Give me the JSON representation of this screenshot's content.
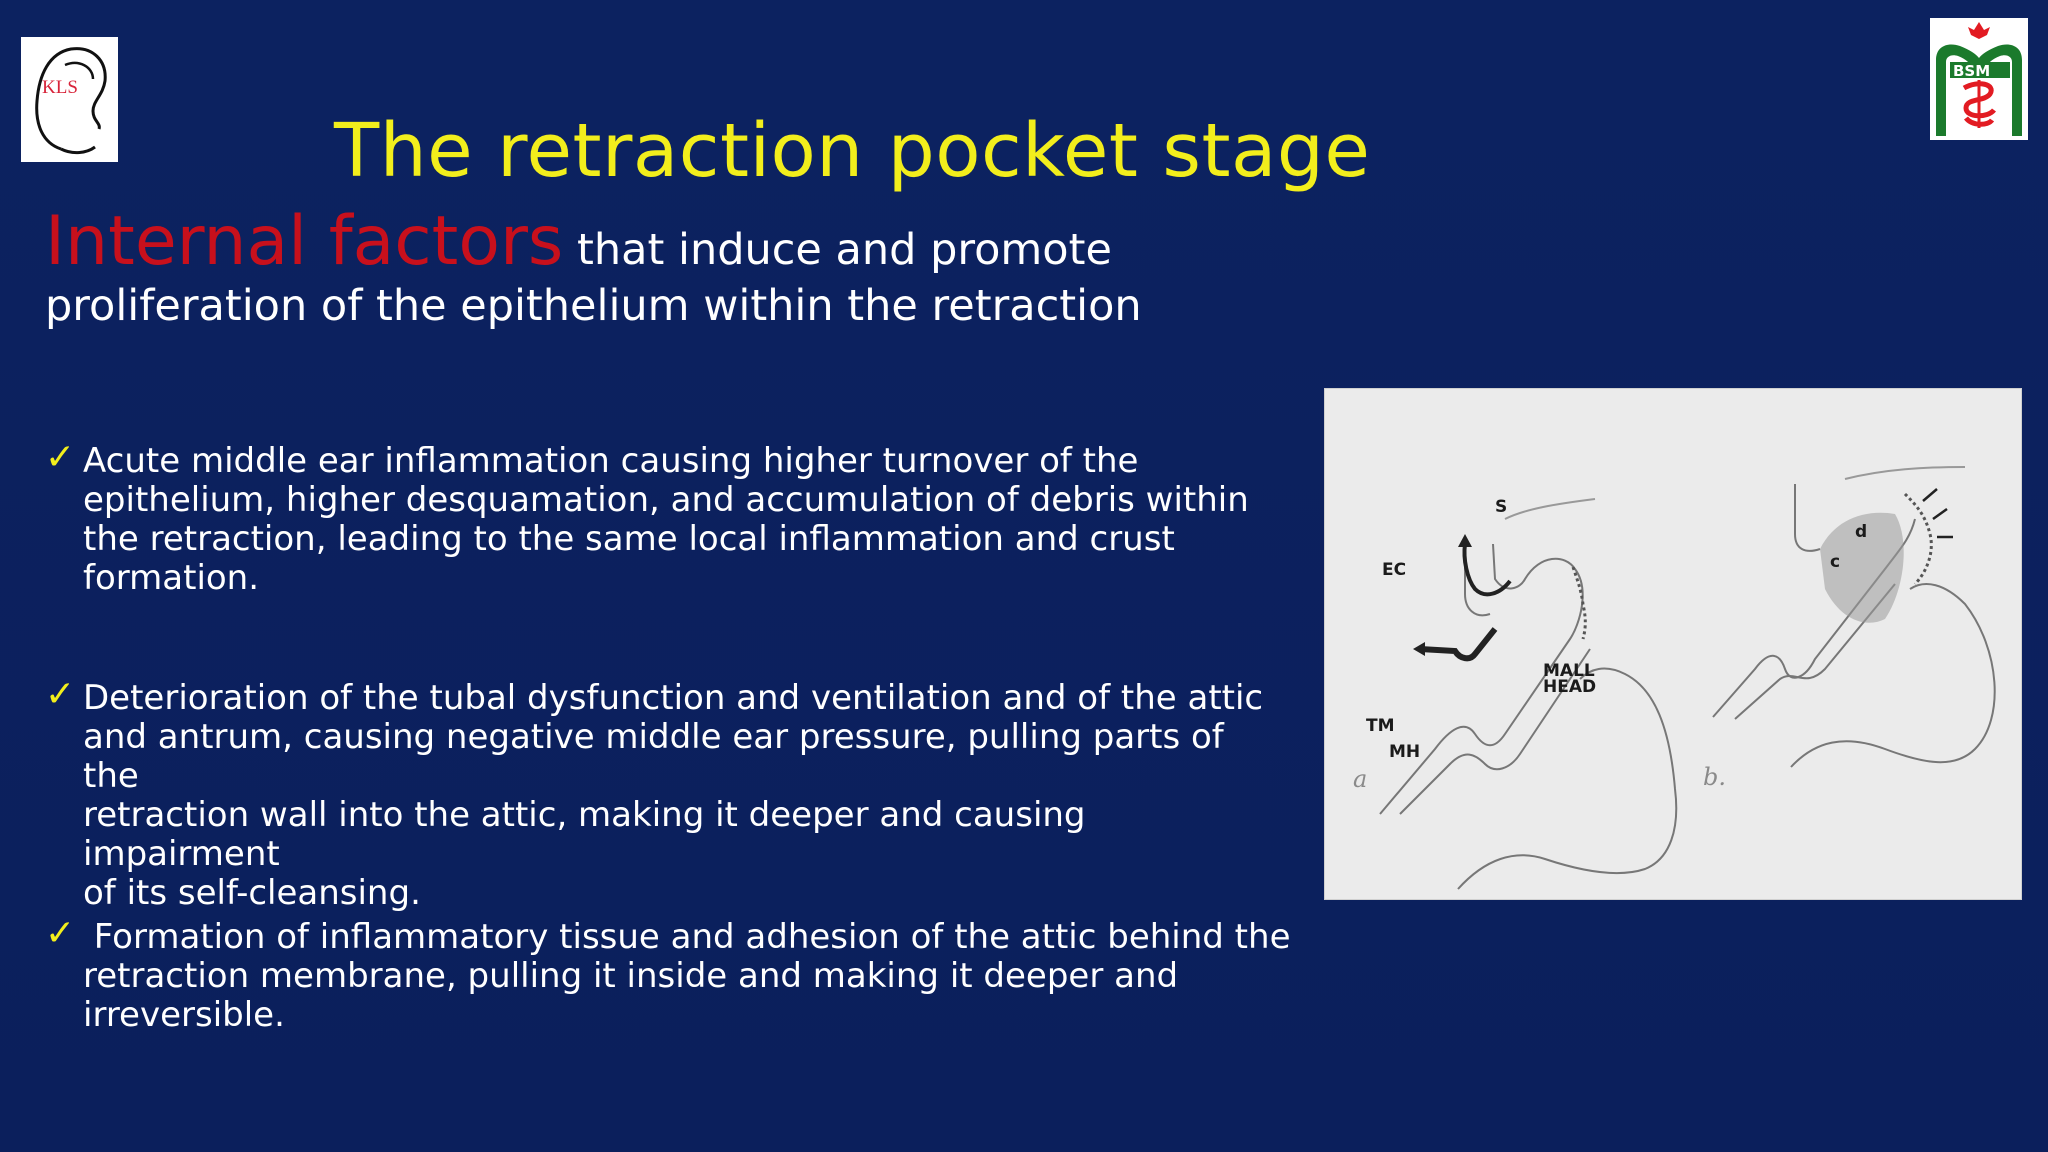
{
  "slide": {
    "title": "The retraction pocket stage",
    "title_color": "#f2ee1c",
    "background_color": "#0b1f5e",
    "logos": {
      "left": {
        "text": "KLS",
        "description": "ear outline logo"
      },
      "right": {
        "text": "BSM",
        "description": "university emblem logo"
      }
    },
    "subtitle": {
      "highlight": "Internal factors",
      "highlight_color": "#c8101c",
      "rest_line1": " that induce and promote",
      "rest_line2": "proliferation of the epithelium within the retraction"
    },
    "bullets": [
      {
        "icon": "checkmark-icon",
        "lines": [
          "Acute middle ear inflammation causing higher turnover of the",
          "epithelium, higher desquamation, and accumulation of debris within",
          "the retraction, leading to the same local inflammation and crust",
          "formation."
        ]
      },
      {
        "icon": "checkmark-icon",
        "lines": [
          "Deterioration of the tubal dysfunction and ventilation and of the attic",
          "and antrum, causing negative middle ear pressure, pulling parts of the",
          "retraction wall into the attic, making it deeper and causing impairment",
          "of its self-cleansing."
        ]
      },
      {
        "icon": "checkmark-icon",
        "lines": [
          " Formation of inflammatory tissue and adhesion of the attic behind the",
          "retraction membrane, pulling it inside and making it deeper and",
          "irreversible."
        ]
      }
    ],
    "figure": {
      "panel_a": {
        "labels": {
          "s": "S",
          "ec": "EC",
          "mall": "MALL",
          "head": "HEAD",
          "tm": "TM",
          "mh": "MH",
          "panel": "a"
        }
      },
      "panel_b": {
        "labels": {
          "c": "c",
          "d": "d",
          "panel": "b."
        }
      }
    }
  }
}
